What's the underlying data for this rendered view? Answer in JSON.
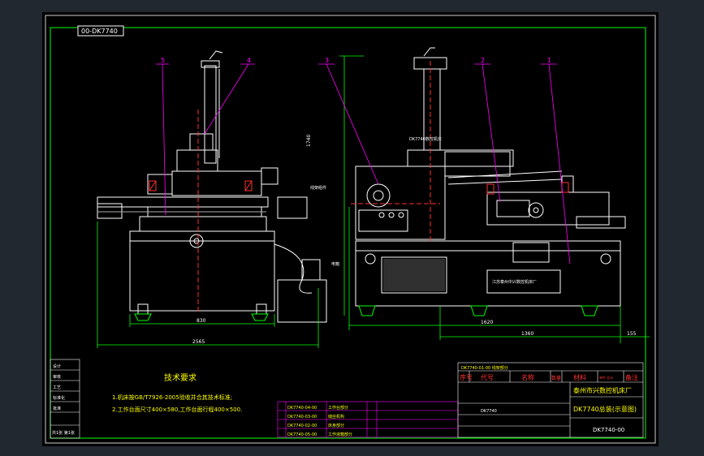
{
  "drawing": {
    "code_tab": "00-DK7740",
    "technical_title": "技术要求",
    "technical_notes": [
      "1.机床按GB/T7926-2005验收并合其技术标准;",
      "2.工作台面尺寸400×580,工作台面行程400×500."
    ],
    "balloons": [
      "5",
      "4",
      "3",
      "2",
      "1"
    ],
    "dims": {
      "front_width": "2565",
      "base_width": "830",
      "side_width": "1620",
      "side_base": "1360",
      "side_offset": "155",
      "height": "1740"
    },
    "annotations": {
      "left_side": "线架组件",
      "power_box": "电箱"
    },
    "machine_labels": {
      "panel_text": "DK7740数控机床",
      "door_plate": "江苏泰州中兴数控机床厂"
    }
  },
  "title_block": {
    "company": "泰州市兴数控机床厂",
    "drawing_name": "DK7740总装(示意图)",
    "drawing_no": "DK7740-00",
    "header_row": "DK7740-01-00  线架部分",
    "col_no": "序号",
    "col_code": "代号",
    "col_name": "名称",
    "col_qty": "数量",
    "col_material": "材料",
    "col_weight": "单件 总计",
    "col_remark": "备注",
    "mid_row": "DK7740",
    "parts_rows": [
      {
        "code": "DK7740-04-00",
        "name": "工作台部分"
      },
      {
        "code": "DK7740-03-00",
        "name": "储丝机构"
      },
      {
        "code": "DK7740-02-00",
        "name": "床身部分"
      },
      {
        "code": "DK7740-05-00",
        "name": "工作液箱部分"
      }
    ]
  },
  "left_block": {
    "rows": [
      "设计",
      "审核",
      "工艺",
      "标准化",
      "批准"
    ],
    "bottom": "共1张 第1张"
  },
  "colors": {
    "outline": "#ffffff",
    "frame_green": "#00ff00",
    "balloon_magenta": "#ff00ff",
    "dim_green": "#00ff00",
    "hatch_red": "#ff3030",
    "title_yellow": "#ffff00",
    "hidden_blue": "#4040ff"
  }
}
